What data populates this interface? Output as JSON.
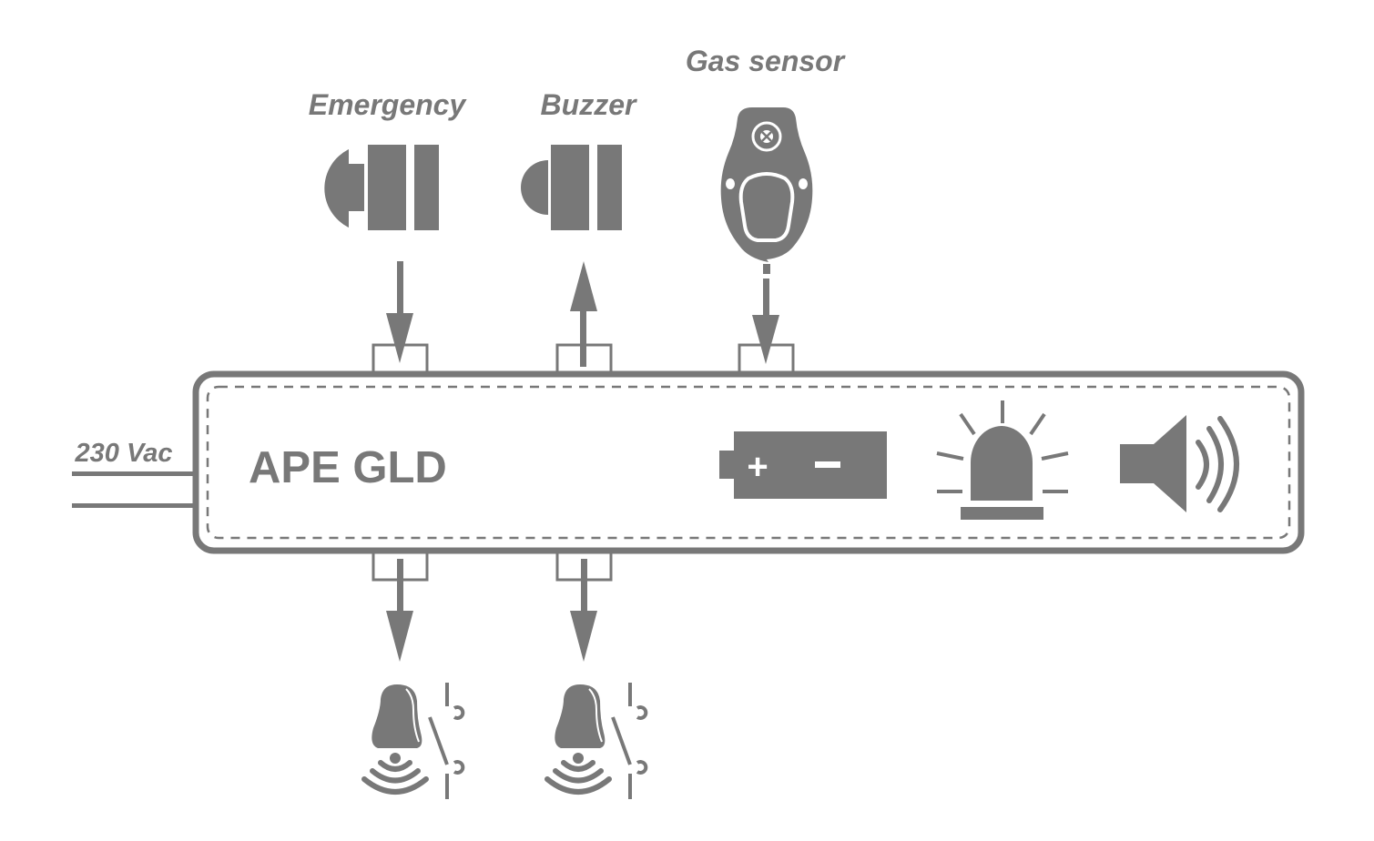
{
  "diagram": {
    "title": "APE GLD",
    "colors": {
      "ink": "#787878",
      "background": "#ffffff"
    },
    "power_input": {
      "label": "230 Vac",
      "icon": "power-lines"
    },
    "top_inputs": [
      {
        "label": "Emergency",
        "icon": "emergency-button-icon",
        "direction": "into-device"
      },
      {
        "label": "Buzzer",
        "icon": "buzzer-icon",
        "direction": "out-of-device"
      },
      {
        "label": "Gas sensor",
        "icon": "gas-sensor-icon",
        "direction": "into-device"
      }
    ],
    "internal_features": [
      {
        "name": "battery",
        "icon": "battery-icon",
        "symbols": [
          "+",
          "−"
        ]
      },
      {
        "name": "beacon",
        "icon": "beacon-light-icon"
      },
      {
        "name": "speaker",
        "icon": "speaker-icon"
      }
    ],
    "bottom_outputs": [
      {
        "name": "solenoid-valve-1",
        "icon": "valve-with-relay-icon",
        "direction": "out-of-device"
      },
      {
        "name": "solenoid-valve-2",
        "icon": "valve-with-relay-icon",
        "direction": "out-of-device"
      }
    ]
  }
}
